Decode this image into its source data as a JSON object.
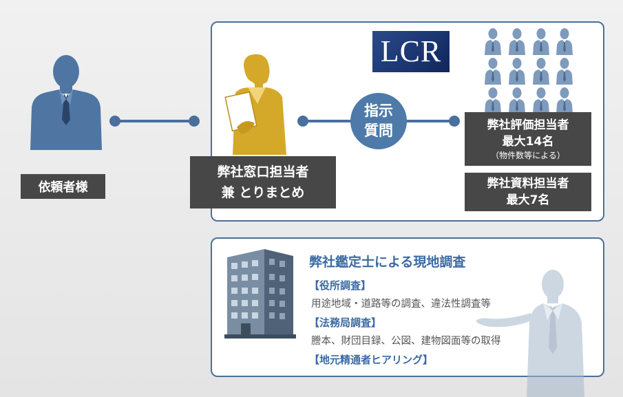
{
  "client": {
    "label": "依頼者様"
  },
  "contact": {
    "line1": "弊社窓口担当者",
    "line2": "兼 とりまとめ"
  },
  "logo": {
    "text": "LCR"
  },
  "instruction": {
    "line1": "指示",
    "line2": "質問"
  },
  "appraisers": {
    "line1": "弊社評価担当者",
    "line2": "最大14名",
    "note": "（物件数等による）"
  },
  "materials": {
    "line1": "弊社資料担当者",
    "line2": "最大7名"
  },
  "survey": {
    "title": "弊社鑑定士による現地調査",
    "sections": [
      {
        "heading": "【役所調査】",
        "detail": "用途地域・道路等の調査、違法性調査等"
      },
      {
        "heading": "【法務局調査】",
        "detail": "謄本、財団目録、公図、建物図面等の取得"
      },
      {
        "heading": "【地元精通者ヒアリング】",
        "detail": ""
      }
    ]
  },
  "colors": {
    "accent": "#4a6f9c",
    "gold": "#d4a92a",
    "dark_box": "#474747",
    "heading_blue": "#3c6aa4"
  },
  "icons": [
    "client-businessman-icon",
    "woman-with-document-icon",
    "staff-group-icon",
    "office-building-icon",
    "presenter-man-icon"
  ]
}
